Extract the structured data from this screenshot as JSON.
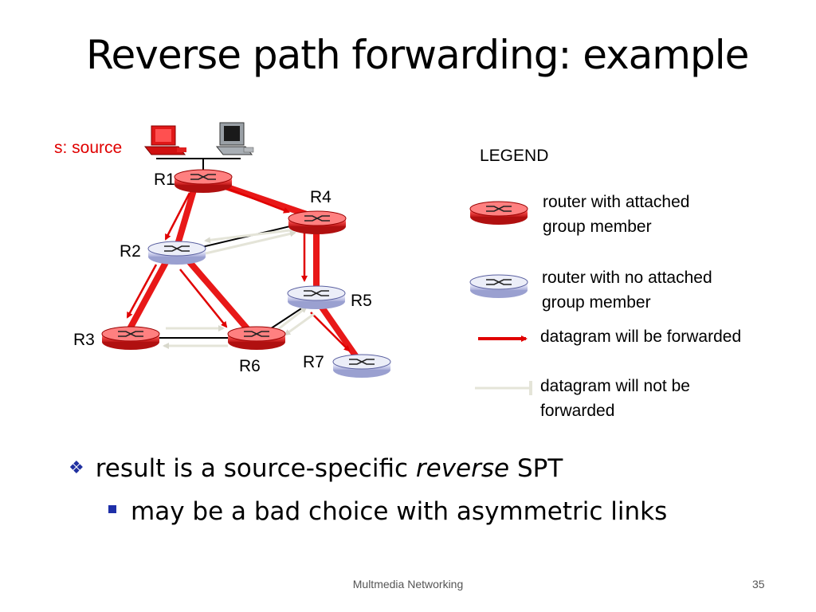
{
  "slide": {
    "title": "Reverse path forwarding: example",
    "source_label": "s: source",
    "routers": {
      "r1": "R1",
      "r2": "R2",
      "r3": "R3",
      "r4": "R4",
      "r5": "R5",
      "r6": "R6",
      "r7": "R7"
    },
    "legend": {
      "heading": "LEGEND",
      "member_l1": "router with attached",
      "member_l2": "group member",
      "nomember_l1": "router with no attached",
      "nomember_l2": "group member",
      "forwarded": "datagram will be  forwarded",
      "notforwarded_l1": "datagram will not be",
      "notforwarded_l2": "forwarded"
    },
    "bullet1_pre": "result is a source-specific ",
    "bullet1_em": "reverse",
    "bullet1_post": " SPT",
    "bullet2": "may be a bad choice with asymmetric links",
    "footer": "Multmedia Networking",
    "page_number": "35"
  },
  "colors": {
    "forward_arrow": "#e00000",
    "nonforward_arrow": "#e6e6dc",
    "member_router": "#f05050",
    "nonmember_router": "#d8daf0"
  }
}
